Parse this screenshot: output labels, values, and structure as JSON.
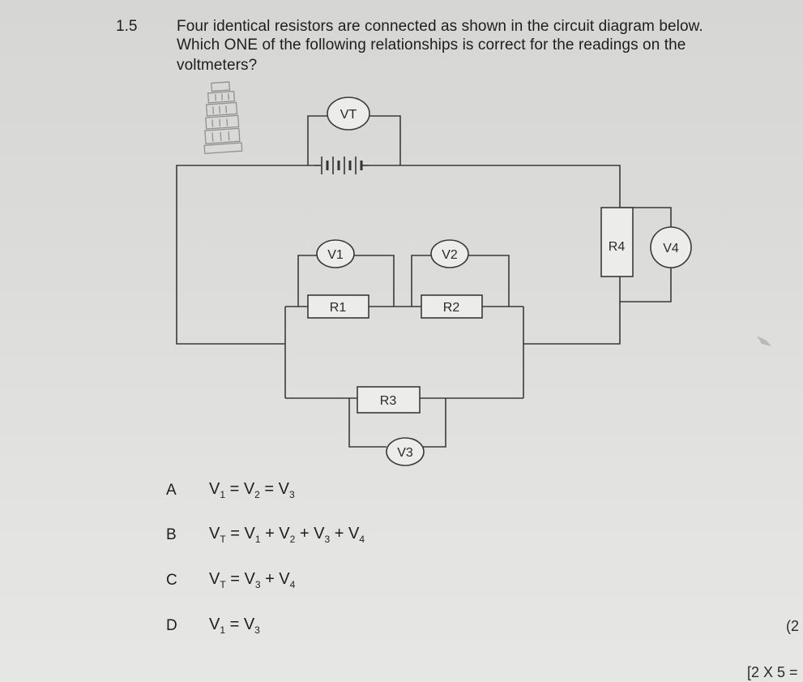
{
  "question": {
    "number": "1.5",
    "lines": [
      "Four identical resistors are connected as shown in the circuit diagram below.",
      "Which ONE of the following relationships is correct for the readings on the",
      "voltmeters?"
    ]
  },
  "circuit": {
    "voltmeters": {
      "vt": "VT",
      "v1": "V1",
      "v2": "V2",
      "v3": "V3",
      "v4": "V4"
    },
    "resistors": {
      "r1": "R1",
      "r2": "R2",
      "r3": "R3",
      "r4": "R4"
    },
    "components": [
      "battery-icon",
      "voltmeter-icon",
      "resistor-icon",
      "watermark-tower-icon"
    ]
  },
  "options": [
    {
      "letter": "A",
      "parts": [
        [
          "V",
          "1"
        ],
        [
          " = V",
          "2"
        ],
        [
          " = V",
          "3"
        ]
      ]
    },
    {
      "letter": "B",
      "parts": [
        [
          "V",
          "T"
        ],
        [
          " = V",
          "1"
        ],
        [
          " + V",
          "2"
        ],
        [
          " + V",
          "3"
        ],
        [
          " + V",
          "4"
        ]
      ]
    },
    {
      "letter": "C",
      "parts": [
        [
          "V",
          "T"
        ],
        [
          " = V",
          "3"
        ],
        [
          " + V",
          "4"
        ]
      ]
    },
    {
      "letter": "D",
      "parts": [
        [
          "V",
          "1"
        ],
        [
          " = V",
          "3"
        ]
      ]
    }
  ],
  "margin": {
    "marks": "(2",
    "total": "[2 X 5 ="
  }
}
